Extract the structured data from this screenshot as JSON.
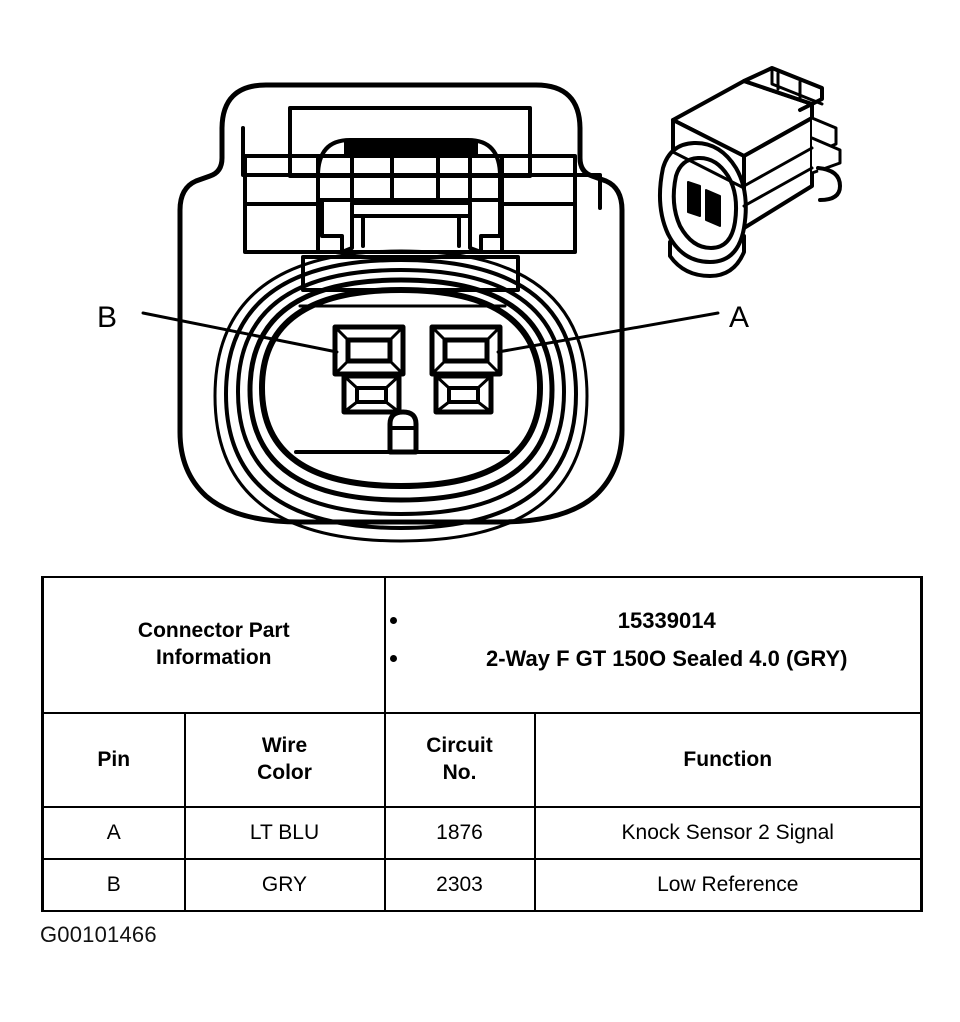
{
  "figure": {
    "id_label": "G00101466",
    "callouts": [
      {
        "letter": "B",
        "side": "left"
      },
      {
        "letter": "A",
        "side": "right"
      }
    ]
  },
  "table": {
    "connector_part_information": {
      "label_line1": "Connector Part",
      "label_line2": "Information",
      "values": [
        "15339014",
        "2-Way F GT 150O Sealed 4.0 (GRY)"
      ]
    },
    "columns": [
      {
        "line1": "",
        "line2": "Pin"
      },
      {
        "line1": "Wire",
        "line2": "Color"
      },
      {
        "line1": "Circuit",
        "line2": "No."
      },
      {
        "line1": "",
        "line2": "Function"
      }
    ],
    "rows": [
      {
        "pin": "A",
        "wire_color": "LT BLU",
        "circuit_no": "1876",
        "function": "Knock Sensor 2 Signal"
      },
      {
        "pin": "B",
        "wire_color": "GRY",
        "circuit_no": "2303",
        "function": "Low Reference"
      }
    ]
  },
  "colors": {
    "line": "#000000",
    "background": "#ffffff"
  }
}
